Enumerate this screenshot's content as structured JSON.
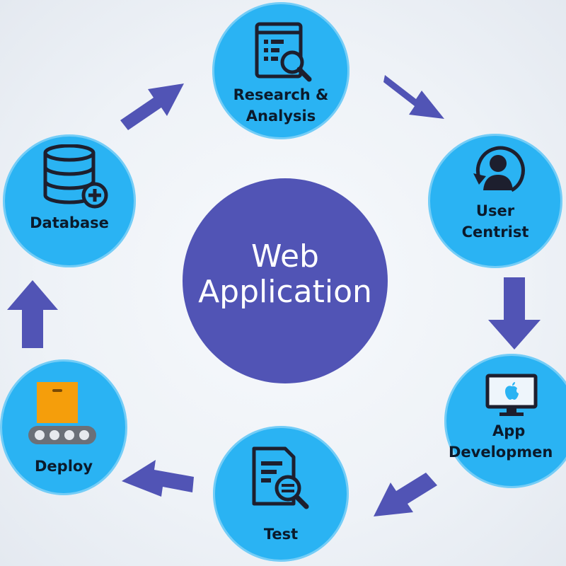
{
  "center": {
    "line1": "Web",
    "line2": "Application"
  },
  "nodes": [
    {
      "id": "research",
      "line1": "Research &",
      "line2": "Analysis",
      "icon": "analysis-icon"
    },
    {
      "id": "user",
      "line1": "User",
      "line2": "Centrist",
      "icon": "user-refresh-icon"
    },
    {
      "id": "appdev",
      "line1": "App",
      "line2": "Developmen",
      "icon": "monitor-icon"
    },
    {
      "id": "test",
      "line1": "Test",
      "line2": "",
      "icon": "document-search-icon"
    },
    {
      "id": "deploy",
      "line1": "Deploy",
      "line2": "",
      "icon": "conveyor-box-icon"
    },
    {
      "id": "database",
      "line1": "Database",
      "line2": "",
      "icon": "database-add-icon"
    }
  ],
  "colors": {
    "node": "#2ab3f3",
    "center": "#5154b5",
    "arrow": "#5154b5",
    "label": "#0b1a2b",
    "box": "#f59e0b"
  }
}
